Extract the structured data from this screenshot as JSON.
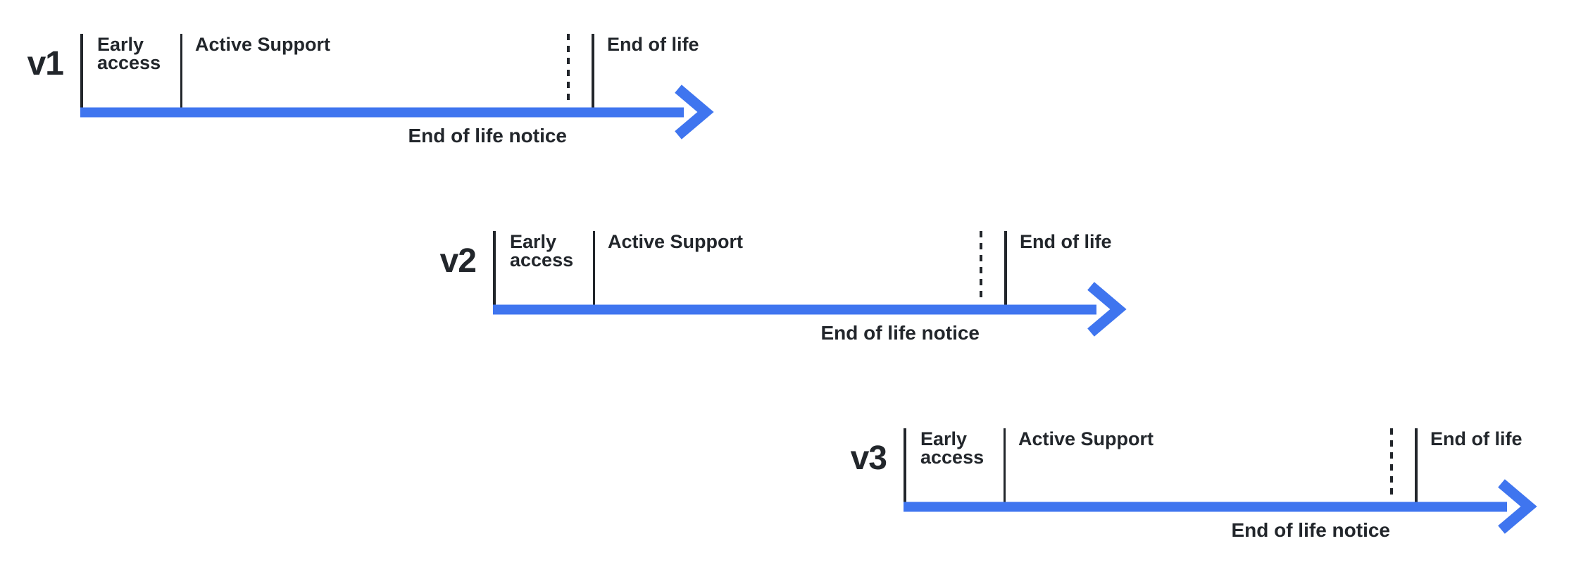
{
  "diagram": {
    "title_implicit": "Version support lifecycle timelines",
    "colors": {
      "accent_blue": "#3f75ef",
      "ink": "#22262b",
      "background": "#ffffff"
    },
    "icons": {
      "arrow": "right-arrow-icon"
    }
  },
  "timelines": [
    {
      "version": "v1",
      "phases": [
        {
          "label": "Early access"
        },
        {
          "label": "Active Support"
        },
        {
          "label": "End of life"
        }
      ],
      "notice_label": "End of life notice"
    },
    {
      "version": "v2",
      "phases": [
        {
          "label": "Early access"
        },
        {
          "label": "Active Support"
        },
        {
          "label": "End of life"
        }
      ],
      "notice_label": "End of life notice"
    },
    {
      "version": "v3",
      "phases": [
        {
          "label": "Early access"
        },
        {
          "label": "Active Support"
        },
        {
          "label": "End of life"
        }
      ],
      "notice_label": "End of life notice"
    }
  ]
}
